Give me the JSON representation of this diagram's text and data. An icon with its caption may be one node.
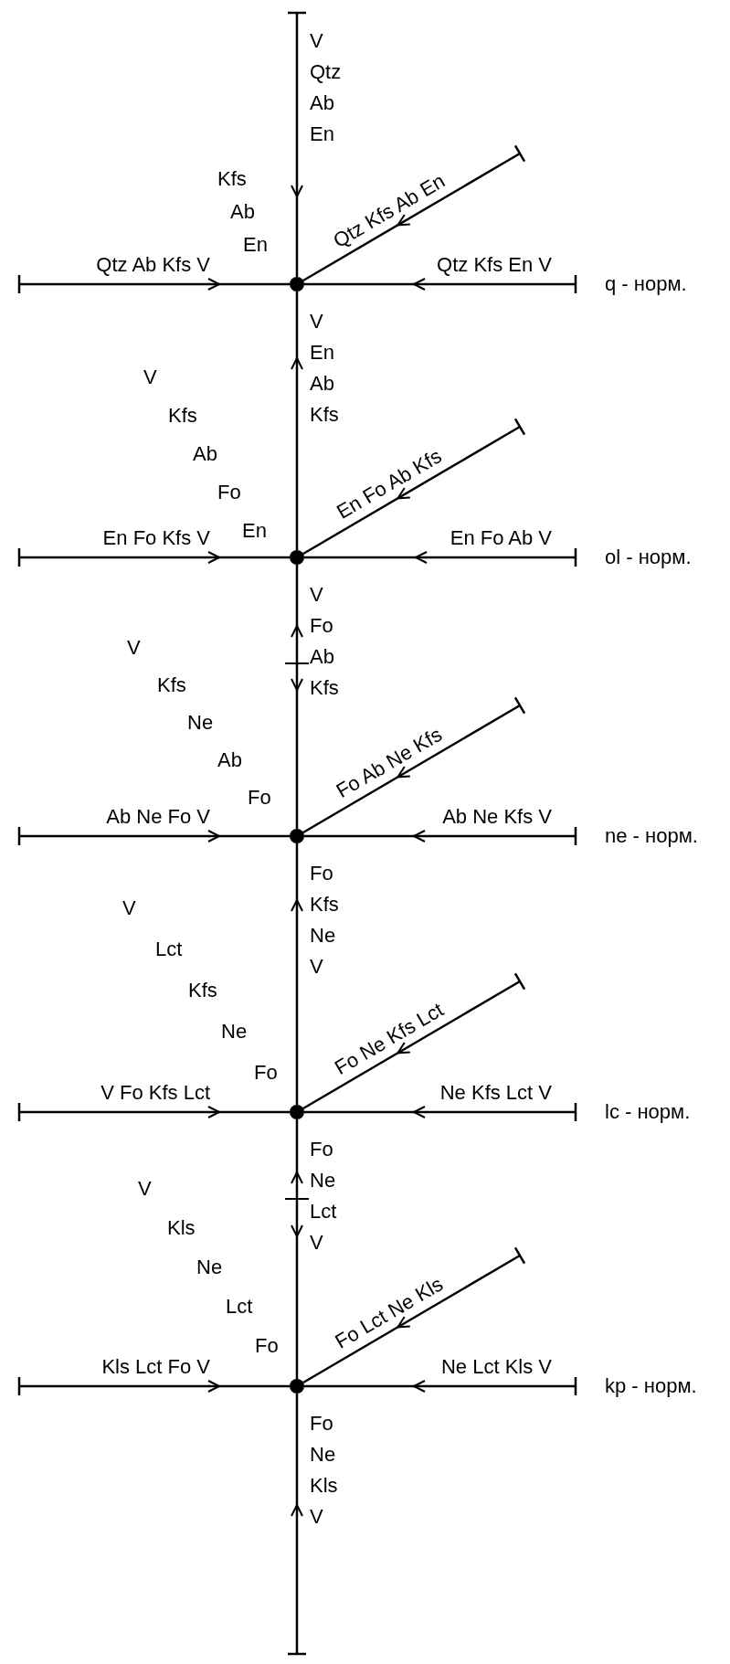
{
  "diagram": {
    "nodes": [
      {
        "text": [],
        "shape": "circle"
      },
      {
        "text": [],
        "shape": "circle"
      },
      {
        "text": [],
        "shape": "circle"
      },
      {
        "text": [],
        "shape": "circle"
      },
      {
        "text": [],
        "shape": "circle"
      }
    ],
    "edges": [
      {
        "from": null,
        "to": 0,
        "arrow": "to",
        "label": "V Qtz Ab En"
      },
      {
        "from": null,
        "to": 0,
        "arrow": "to",
        "label": "Qtz Ab Kfs V"
      },
      {
        "from": null,
        "to": 0,
        "arrow": "to",
        "label": "Qtz Kfs Ab En"
      },
      {
        "from": null,
        "to": 0,
        "arrow": "to",
        "label": "Qtz Kfs En V"
      },
      {
        "from": 1,
        "to": 0,
        "arrow": "to",
        "label": "V En Ab Kfs"
      },
      {
        "from": null,
        "to": 1,
        "arrow": "to",
        "label": "En Fo Kfs V"
      },
      {
        "from": null,
        "to": 1,
        "arrow": "to",
        "label": "En Fo Ab Kfs"
      },
      {
        "from": null,
        "to": 1,
        "arrow": "to",
        "label": "En Fo Ab V"
      },
      {
        "from": 1,
        "to": 2,
        "arrow": "both",
        "label": "V Fo Ab Kfs"
      },
      {
        "from": null,
        "to": 2,
        "arrow": "to",
        "label": "Ab Ne Fo V"
      },
      {
        "from": null,
        "to": 2,
        "arrow": "to",
        "label": "Fo Ab Ne Kfs"
      },
      {
        "from": null,
        "to": 2,
        "arrow": "to",
        "label": "Ab Ne Kfs V"
      },
      {
        "from": 3,
        "to": 2,
        "arrow": "to",
        "label": "Fo Kfs Ne V"
      },
      {
        "from": null,
        "to": 3,
        "arrow": "to",
        "label": "V Fo Kfs Lct"
      },
      {
        "from": null,
        "to": 3,
        "arrow": "to",
        "label": "Fo Ne Kfs Lct"
      },
      {
        "from": null,
        "to": 3,
        "arrow": "to",
        "label": "Ne Kfs Lct V"
      },
      {
        "from": 3,
        "to": 4,
        "arrow": "both",
        "label": "Fo Ne Lct V"
      },
      {
        "from": null,
        "to": 4,
        "arrow": "to",
        "label": "Kls Lct Fo V"
      },
      {
        "from": null,
        "to": 4,
        "arrow": "to",
        "label": "Fo Lct Ne Kls"
      },
      {
        "from": null,
        "to": 4,
        "arrow": "to",
        "label": "Ne Lct Kls V"
      },
      {
        "from": null,
        "to": 4,
        "arrow": "to",
        "label": "Fo Ne Kls V"
      }
    ],
    "labels": [
      "Kfs Ab En",
      "q - норм.",
      "V Kfs Ab Fo En",
      "ol - норм.",
      "V Kfs Ne Ab Fo",
      "ne - норм.",
      "V Lct Kfs Ne Fo",
      "lc - норм.",
      "V Kls Ne Lct Fo",
      "kp - норм."
    ]
  }
}
